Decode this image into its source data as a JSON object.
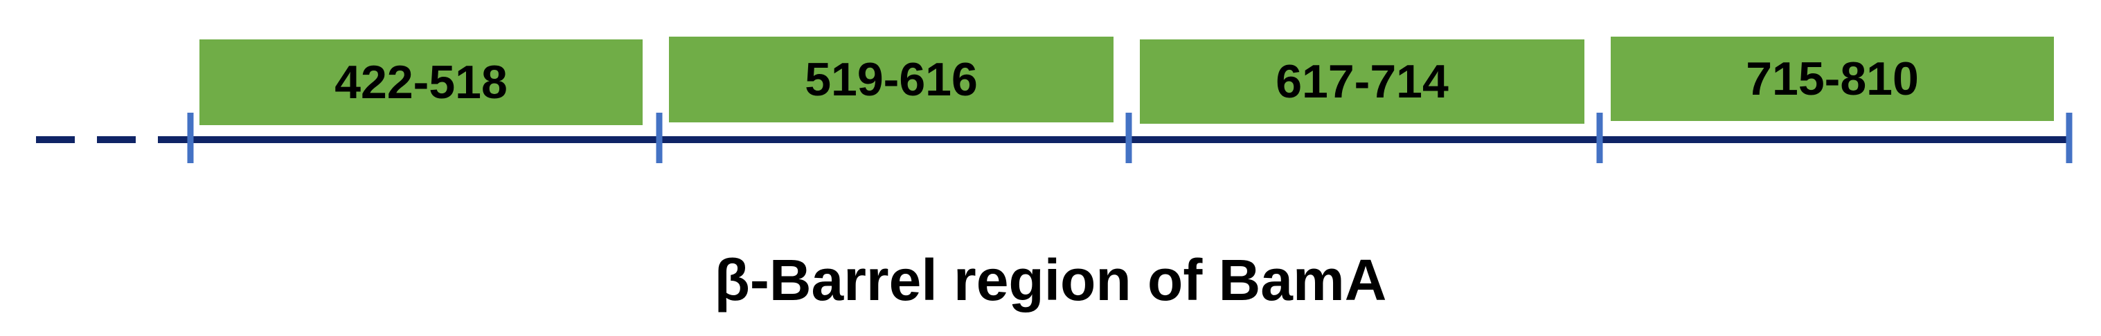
{
  "segments": [
    {
      "label": "422-518"
    },
    {
      "label": "519-616"
    },
    {
      "label": "617-714"
    },
    {
      "label": "715-810"
    }
  ],
  "caption": "β-Barrel region of BamA",
  "colors": {
    "segment_fill": "#70AD47",
    "segment_text": "#000000",
    "axis_line": "#0F2466",
    "tick": "#4472C4",
    "caption_text": "#000000"
  }
}
